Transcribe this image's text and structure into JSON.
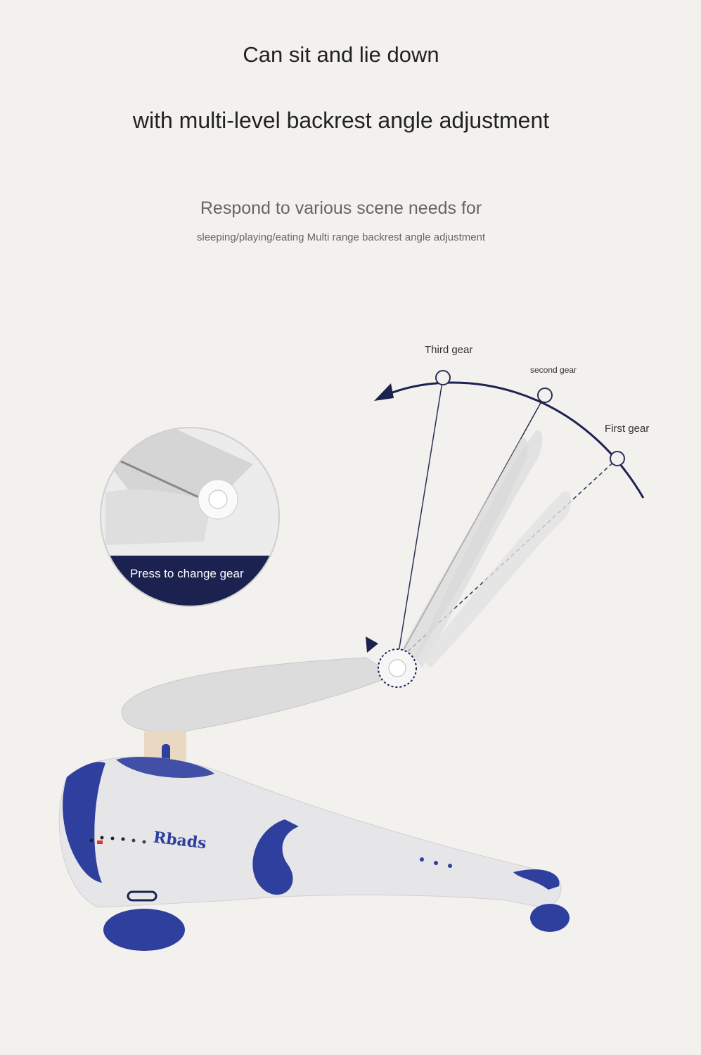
{
  "headline": {
    "line1": "Can sit and lie down",
    "line2": "with multi-level backrest angle adjustment"
  },
  "subheadline": {
    "line1": "Respond to various scene needs for",
    "line2": "sleeping/playing/eating Multi range backrest angle adjustment"
  },
  "gears": {
    "third": "Third gear",
    "second": "second gear",
    "first": "First gear"
  },
  "inset": {
    "caption": "Press to change gear"
  },
  "product": {
    "brand": "Rbads"
  },
  "colors": {
    "background": "#f3f1ee",
    "accent": "#2f3f9e",
    "navy": "#1c2250",
    "body": "#e6e6e8"
  }
}
